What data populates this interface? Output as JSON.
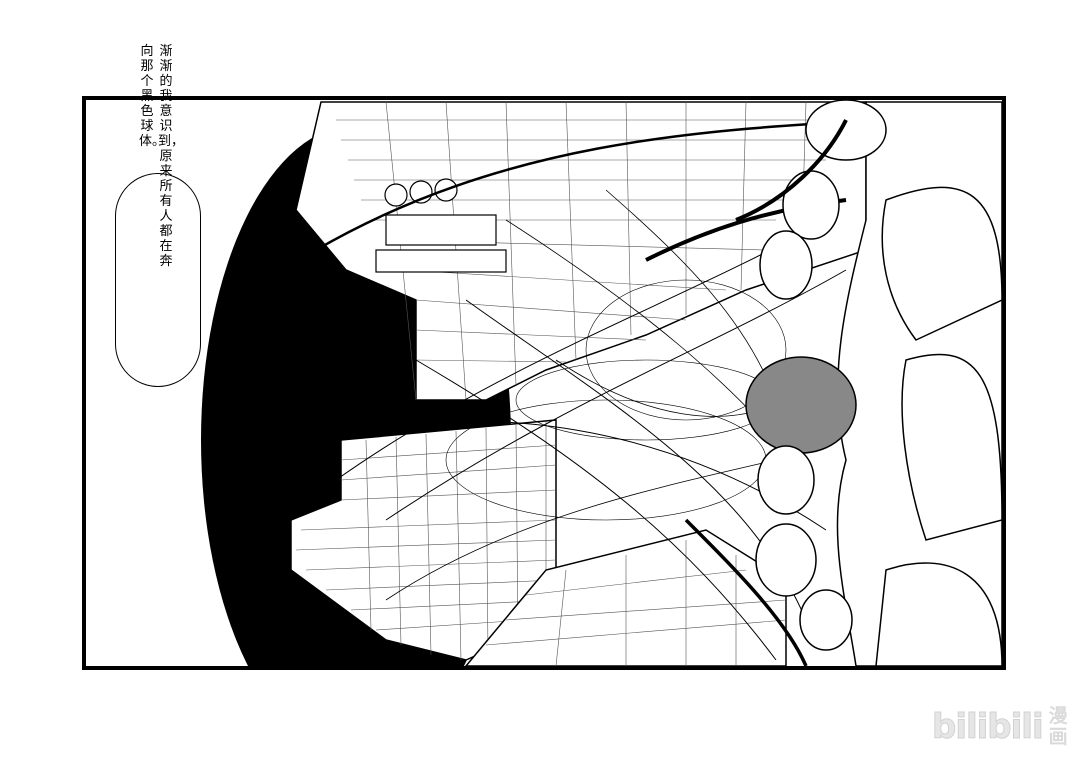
{
  "speech_bubble": {
    "line1": "渐渐的我意识到，原来所有人都在奔",
    "line2": "向那个黑色球体。"
  },
  "watermark": {
    "brand": "bilibili",
    "sub_top": "漫",
    "sub_bottom": "画"
  }
}
